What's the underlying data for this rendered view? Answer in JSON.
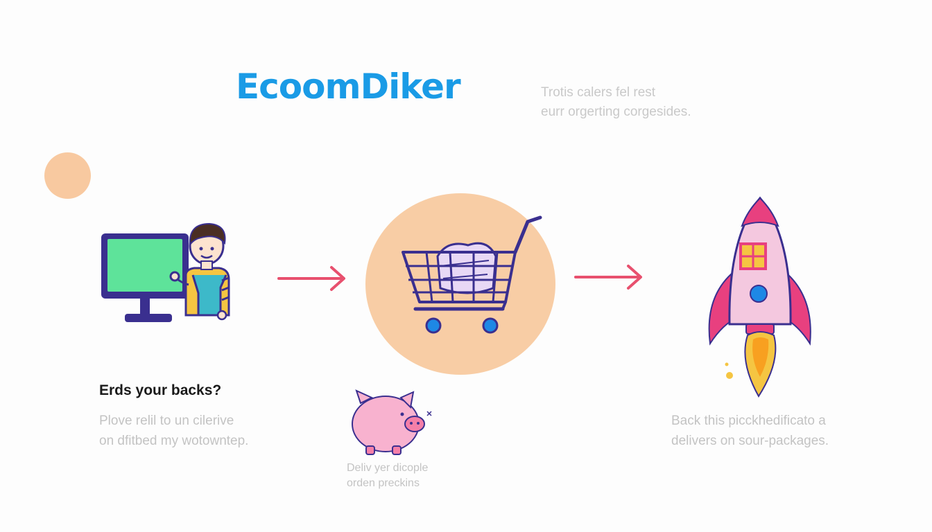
{
  "brand": {
    "logo_text": "EcoomDiker"
  },
  "tagline": {
    "lines": [
      "Trotis calers fel rest",
      "eurr orgerting corgesides."
    ]
  },
  "steps": {
    "left": {
      "heading": "Erds your backs?",
      "caption_lines": [
        "Plove relil to un cilerive",
        "on dfitbed my wotowntep."
      ]
    },
    "middle": {
      "caption_lines": [
        "Deliv yer dicople",
        "orden preckins"
      ]
    },
    "right": {
      "caption_lines": [
        "Back this picckhedificato a",
        "delivers on sour-packages."
      ]
    }
  },
  "icons": {
    "computer": "computer-person-illustration",
    "arrow1": "arrow-right-icon",
    "cart": "shopping-cart-icon",
    "arrow2": "arrow-right-icon",
    "rocket": "rocket-illustration",
    "piggy": "piggy-bank-icon"
  },
  "colors": {
    "brand": "#1a9be6",
    "arrow": "#e8506e",
    "accent_peach": "#f8cda5",
    "outline": "#3a2f8f",
    "rocket_pink": "#e8407f"
  }
}
